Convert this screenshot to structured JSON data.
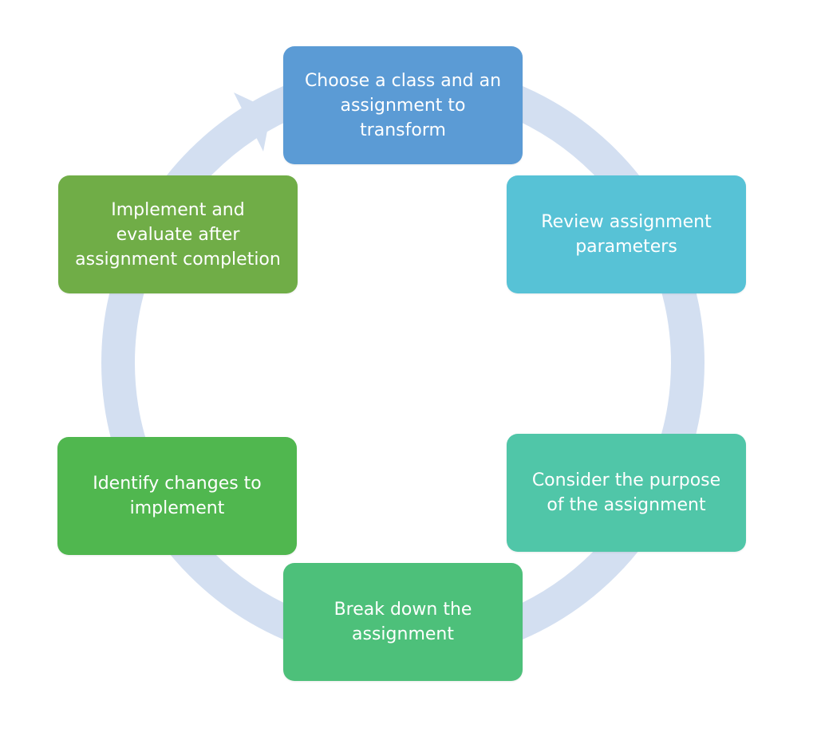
{
  "diagram": {
    "ring_color": "#d3dff1",
    "steps": [
      {
        "label": "Choose a class and an assignment to transform",
        "color": "#5b9bd5"
      },
      {
        "label": "Review assignment parameters",
        "color": "#57c2d6"
      },
      {
        "label": "Consider the purpose of the assignment",
        "color": "#50c6a8"
      },
      {
        "label": "Break down the assignment",
        "color": "#4dc07a"
      },
      {
        "label": "Identify changes to implement",
        "color": "#50b74f"
      },
      {
        "label": "Implement and evaluate after assignment completion",
        "color": "#70ad47"
      }
    ]
  }
}
